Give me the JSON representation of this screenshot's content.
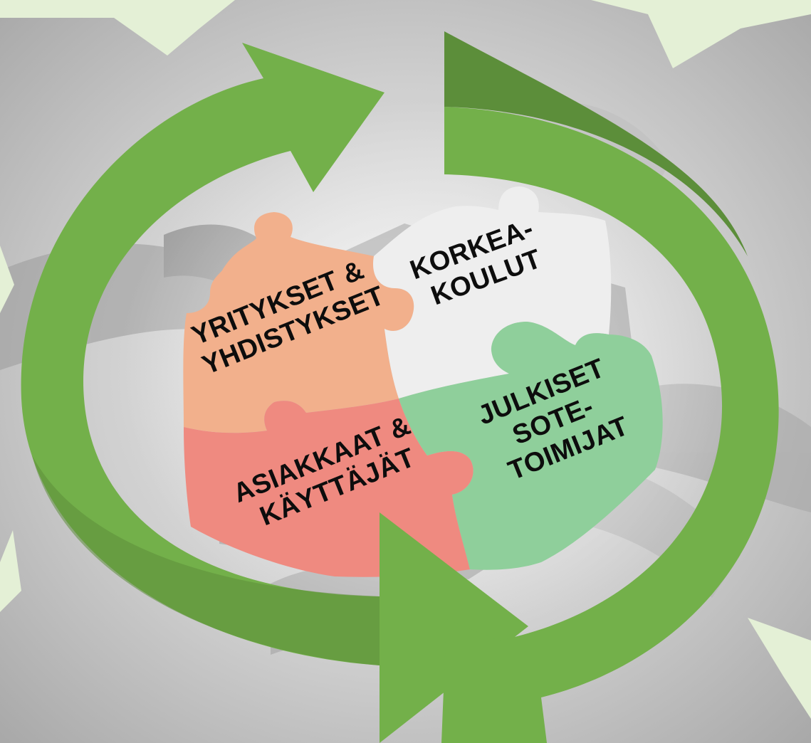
{
  "diagram": {
    "pieces": [
      {
        "id": "yritykset",
        "lines": [
          "YRITYKSET &",
          "YHDISTYKSET"
        ],
        "color": "#f2b08c"
      },
      {
        "id": "korkeakoulut",
        "lines": [
          "KORKEA-",
          "KOULUT"
        ],
        "color": "#eeeeee"
      },
      {
        "id": "asiakkaat",
        "lines": [
          "ASIAKKAAT &",
          "KÄYTTÄJÄT"
        ],
        "color": "#ef8a80"
      },
      {
        "id": "julkiset",
        "lines": [
          "JULKISET",
          "SOTE-",
          "TOIMIJAT"
        ],
        "color": "#8fcf9b"
      }
    ],
    "colors": {
      "arrow_light": "#73b04a",
      "arrow_dark": "#5c8e3a",
      "callout": "#e4f0d6",
      "background": "#d9d9d9"
    }
  }
}
